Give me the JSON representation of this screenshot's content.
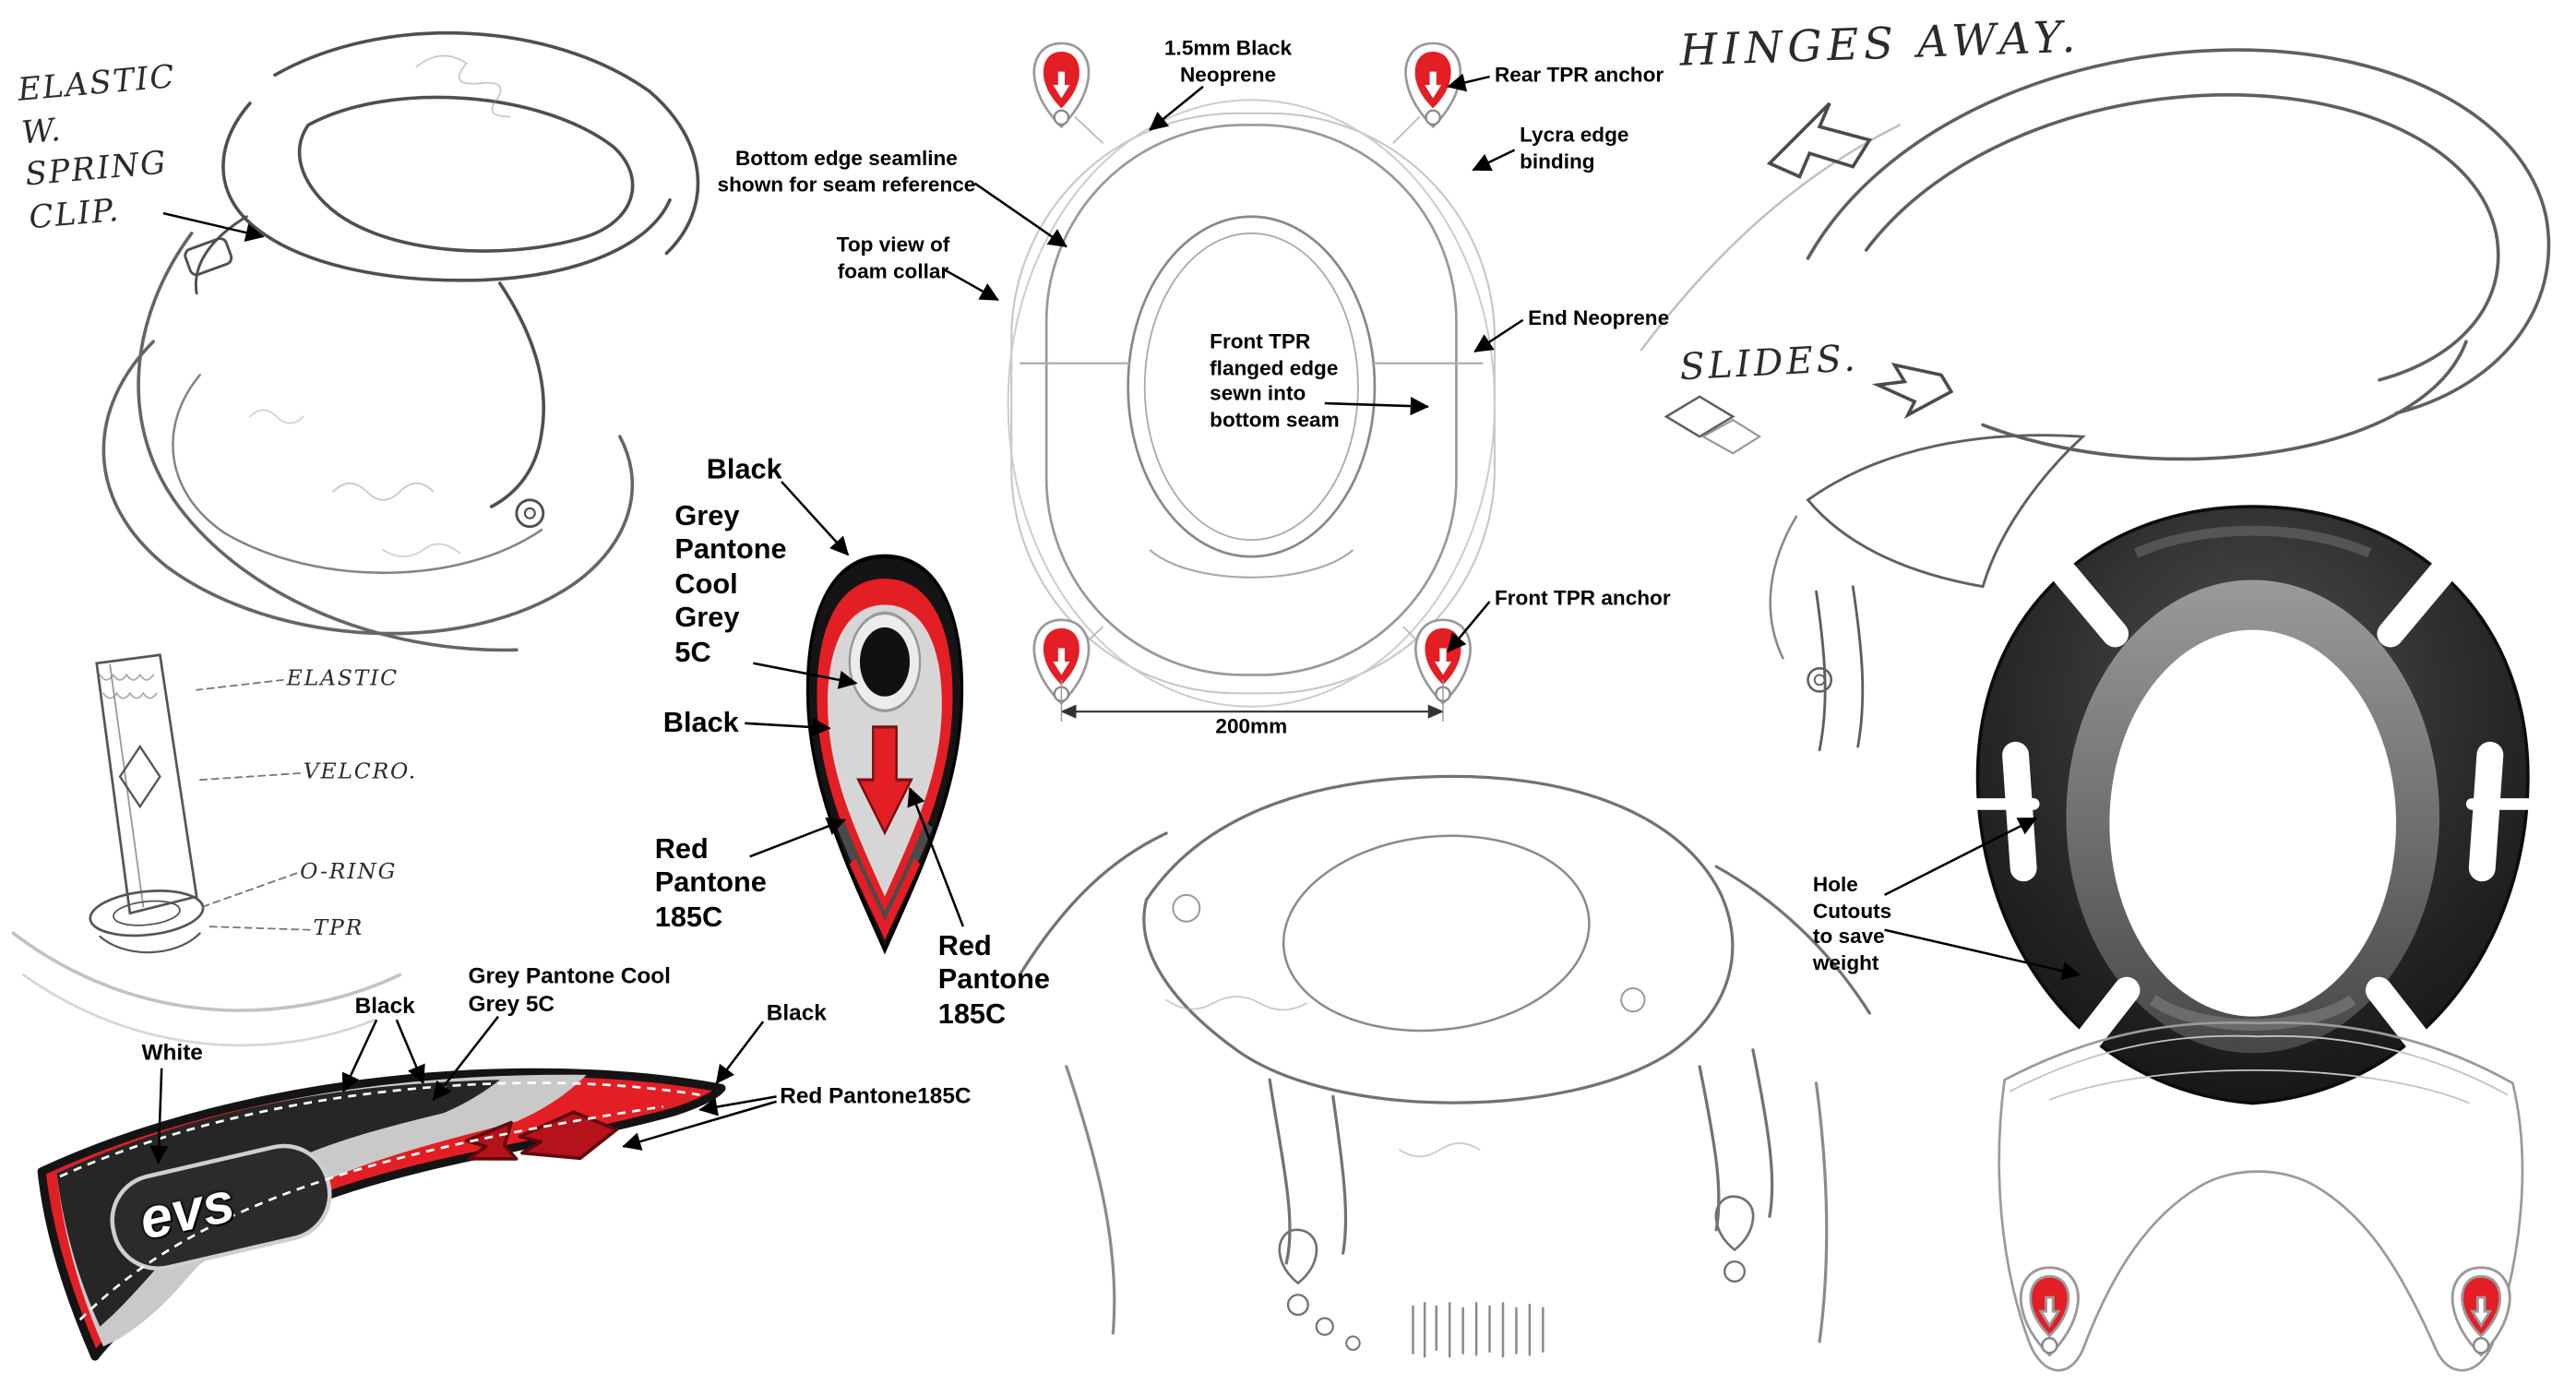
{
  "colors": {
    "red": "#e31e24",
    "black": "#1a1a1a",
    "grey": "#c9c9c9",
    "dark_render": "#2b2b2b"
  },
  "handwritten": {
    "elastic_spring_clip": "ELASTIC\nW.\nSPRING\nCLIP.",
    "hinges_away": "HINGES AWAY.",
    "slides": "SLIDES.",
    "elastic": "ELASTIC",
    "velcro": "VELCRO.",
    "o_ring": "O-RING",
    "tpr": "TPR"
  },
  "top_view": {
    "neoprene": "1.5mm Black\nNeoprene",
    "rear_tpr_anchor": "Rear TPR anchor",
    "lycra_binding": "Lycra edge\nbinding",
    "bottom_seamline": "Bottom edge seamline\nshown for seam reference",
    "title": "Top view of\nfoam collar",
    "end_neoprene": "End Neoprene",
    "front_tpr_flange": "Front TPR\nflanged edge\nsewn into\nbottom seam",
    "front_tpr_anchor": "Front TPR anchor",
    "width_dimension": "200mm"
  },
  "badge": {
    "black_outline": "Black",
    "grey_fill": "Grey\nPantone\nCool\nGrey\n5C",
    "black_inner": "Black",
    "red_left": "Red\nPantone\n185C",
    "red_right": "Red\nPantone\n185C"
  },
  "strap": {
    "white": "White",
    "black_left": "Black",
    "grey": "Grey Pantone Cool\nGrey 5C",
    "black_right": "Black",
    "red": "Red Pantone185C",
    "logo": "evs"
  },
  "render": {
    "hole_cutouts": "Hole\nCutouts\nto save\nweight"
  }
}
